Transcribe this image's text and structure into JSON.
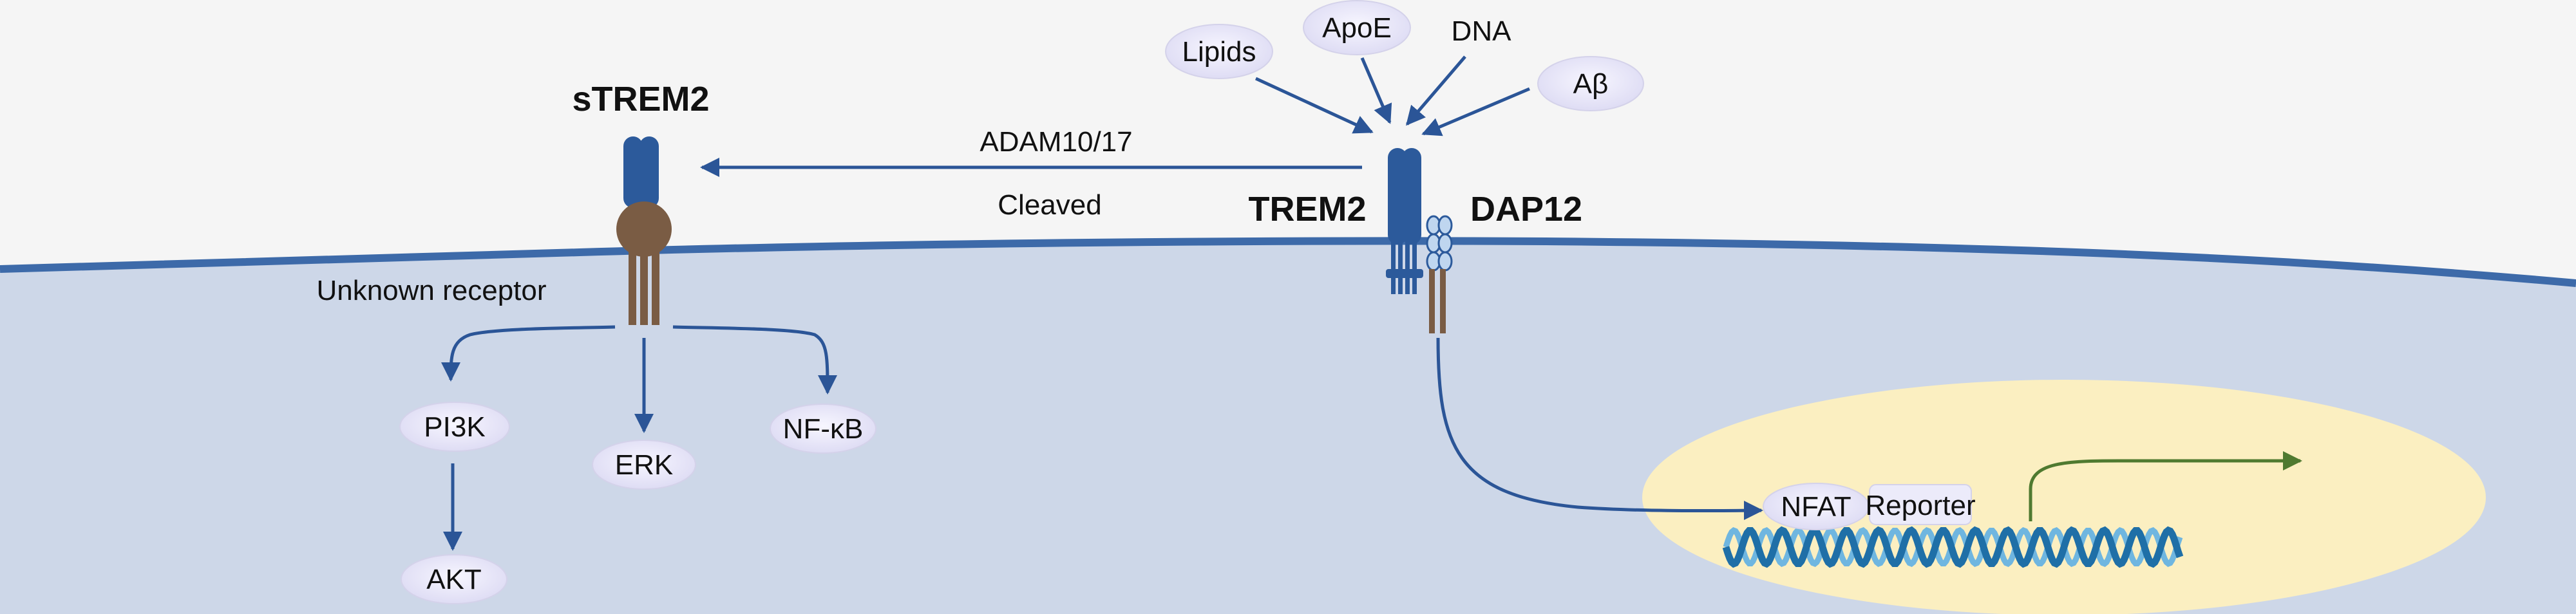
{
  "ligands": {
    "lipids": "Lipids",
    "apoe": "ApoE",
    "dna": "DNA",
    "abeta": "Aβ"
  },
  "labels": {
    "strem2": "sTREM2",
    "adam": "ADAM10/17",
    "cleaved": "Cleaved",
    "trem2": "TREM2",
    "dap12": "DAP12",
    "unknown_receptor": "Unknown receptor"
  },
  "signaling": {
    "pi3k": "PI3K",
    "erk": "ERK",
    "nfkb": "NF-κB",
    "akt": "AKT"
  },
  "nucleus": {
    "nfat": "NFAT",
    "reporter": "Reporter"
  },
  "colors": {
    "background": "#f5f5f5",
    "cytoplasm": "#cdd7e8",
    "membrane": "#3d6aa9",
    "arrow": "#2b5597",
    "protein_blue": "#2c5a9b",
    "stalk_brown": "#7a5c44",
    "nucleus": "#fbefc1",
    "pill_fill": "#ecebfa",
    "reporter_arrow": "#4f7a30",
    "dna_dark": "#1f6fa7",
    "dna_light": "#6fb6e0"
  }
}
